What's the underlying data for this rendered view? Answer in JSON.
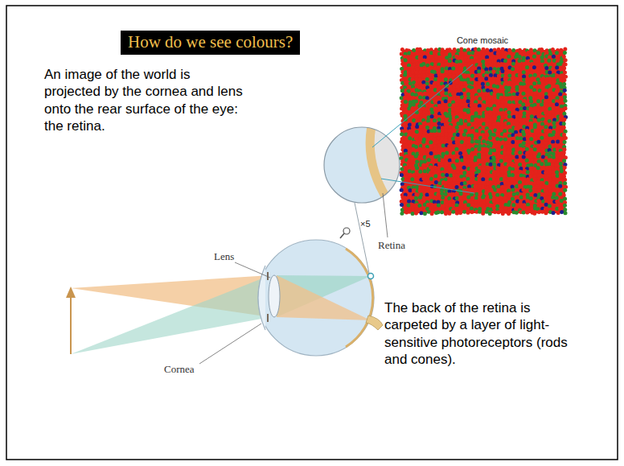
{
  "diagram": {
    "title": "How do we see colours?",
    "labels": [
      "An image of the world is projected by the cornea and lens onto the rear surface of the eye: the retina.",
      "Cone mosaic",
      "Lens",
      "×5",
      "Retina",
      "Cornea",
      "The back of the retina is carpeted by a layer of light-sensitive photoreceptors (rods and cones)."
    ]
  }
}
